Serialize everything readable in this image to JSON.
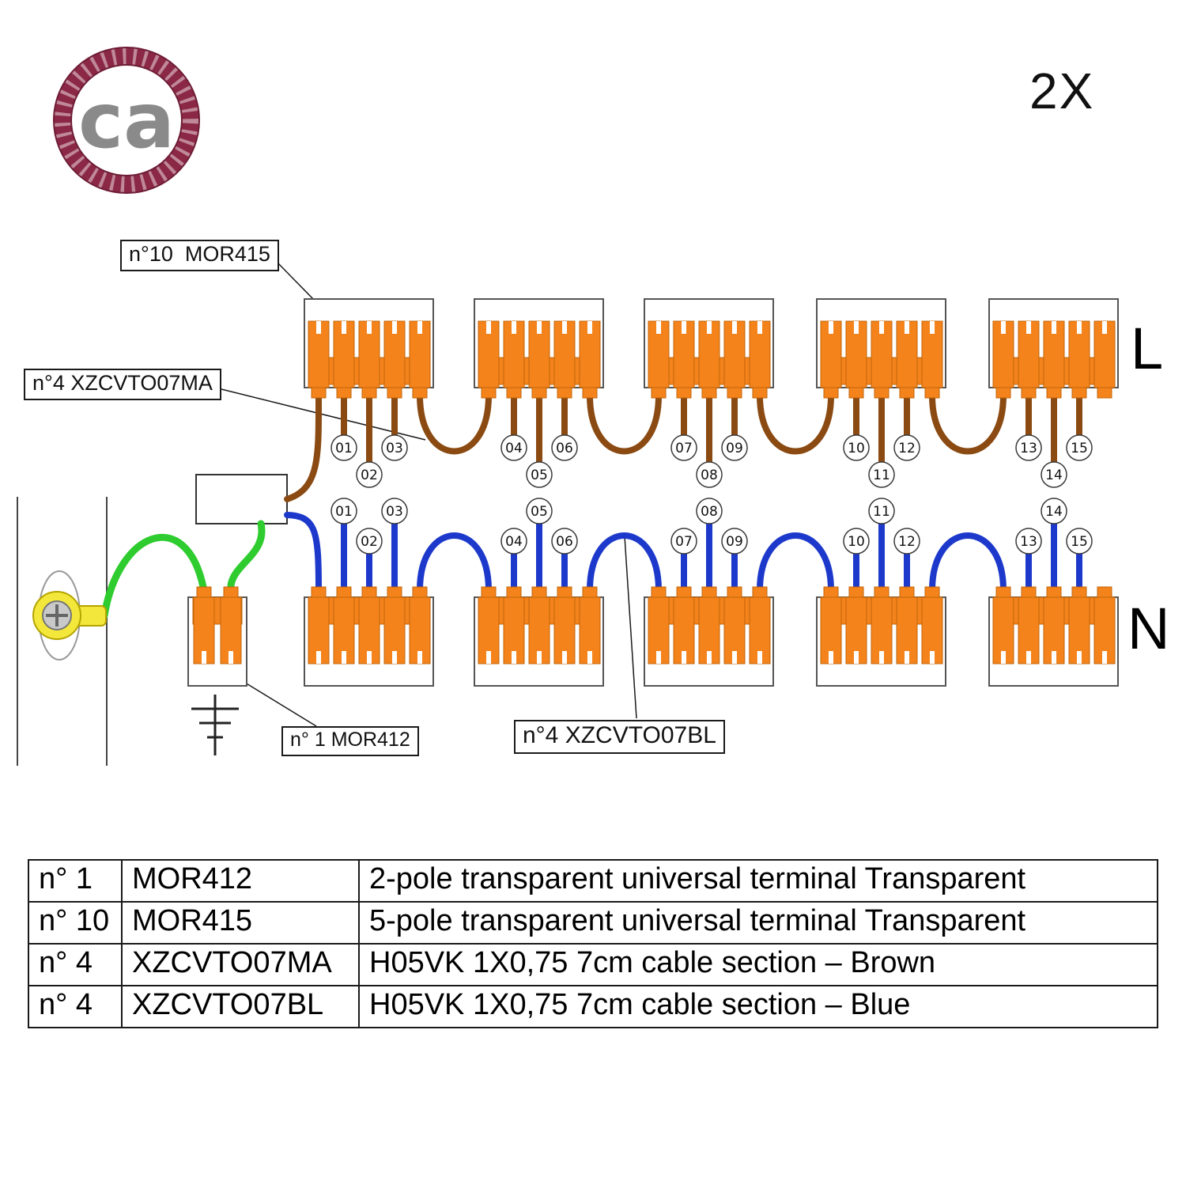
{
  "header": {
    "logo_text": "ca",
    "quantity": "2X"
  },
  "diagram": {
    "labels": {
      "terminal5": "n°10  MOR415",
      "cable_brown": "n°4 XZCVTO07MA",
      "terminal2": "n° 1 MOR412",
      "cable_blue": "n°4 XZCVTO07BL"
    },
    "line_live": "L",
    "line_neutral": "N",
    "wire_numbers": [
      "01",
      "02",
      "03",
      "04",
      "05",
      "06",
      "07",
      "08",
      "09",
      "10",
      "11",
      "12",
      "13",
      "14",
      "15"
    ],
    "colors": {
      "connector_orange": "#F4831B",
      "wire_brown": "#8a4a12",
      "wire_blue": "#1d39cb",
      "wire_green": "#2ecc2e",
      "lug_yellow": "#f4e73b",
      "rope_maroon": "#8B2845",
      "logo_gray": "#8a8a8a"
    }
  },
  "table": {
    "rows": [
      {
        "qty": "n° 1",
        "code": "MOR412",
        "desc": "2-pole transparent universal terminal Transparent"
      },
      {
        "qty": "n° 10",
        "code": "MOR415",
        "desc": "5-pole transparent universal terminal Transparent"
      },
      {
        "qty": "n° 4",
        "code": "XZCVTO07MA",
        "desc": "H05VK 1X0,75 7cm cable section – Brown"
      },
      {
        "qty": "n° 4",
        "code": "XZCVTO07BL",
        "desc": "H05VK 1X0,75 7cm cable section – Blue"
      }
    ]
  }
}
